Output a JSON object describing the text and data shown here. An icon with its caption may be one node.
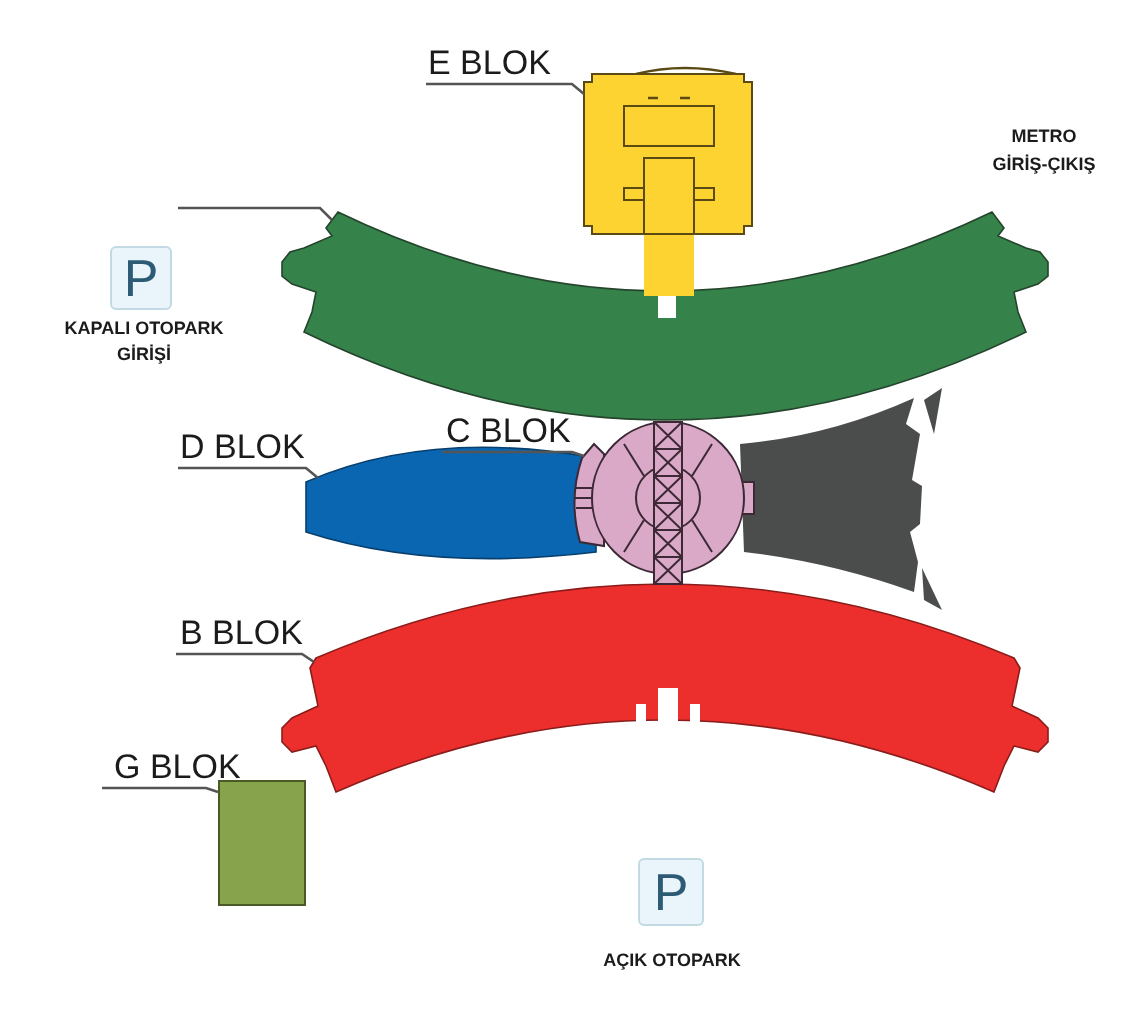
{
  "diagram": {
    "nodes": [
      {
        "text": [
          "E BLOK"
        ]
      },
      {
        "text": [],
        "shape": "box"
      },
      {
        "text": [],
        "shape": "band"
      },
      {
        "text": [
          "P"
        ],
        "beside": [
          "KAPALI OTOPARK GİRİŞİ"
        ]
      },
      {
        "text": [
          "D BLOK"
        ]
      },
      {
        "text": [],
        "shape": "ellipse"
      },
      {
        "text": [
          "C BLOK"
        ]
      },
      {
        "text": [],
        "shape": "circle"
      },
      {
        "text": [],
        "shape": "box"
      },
      {
        "text": [
          "B BLOK"
        ]
      },
      {
        "text": [],
        "shape": "band"
      },
      {
        "text": [
          "G BLOK"
        ]
      },
      {
        "text": [],
        "shape": "box"
      },
      {
        "text": [
          "P"
        ],
        "beside": [
          "AÇIK OTOPARK"
        ]
      }
    ],
    "edges": [
      {
        "from": 0,
        "to": 1,
        "arrow": "none"
      },
      {
        "from": null,
        "to": 2,
        "arrow": "none"
      },
      {
        "from": 4,
        "to": 5,
        "arrow": "none"
      },
      {
        "from": 6,
        "to": 7,
        "arrow": "none"
      },
      {
        "from": 9,
        "to": 10,
        "arrow": "none"
      },
      {
        "from": 11,
        "to": 12,
        "arrow": "none"
      }
    ],
    "labels": [
      "METRO GİRİŞ-ÇIKIŞ"
    ]
  }
}
